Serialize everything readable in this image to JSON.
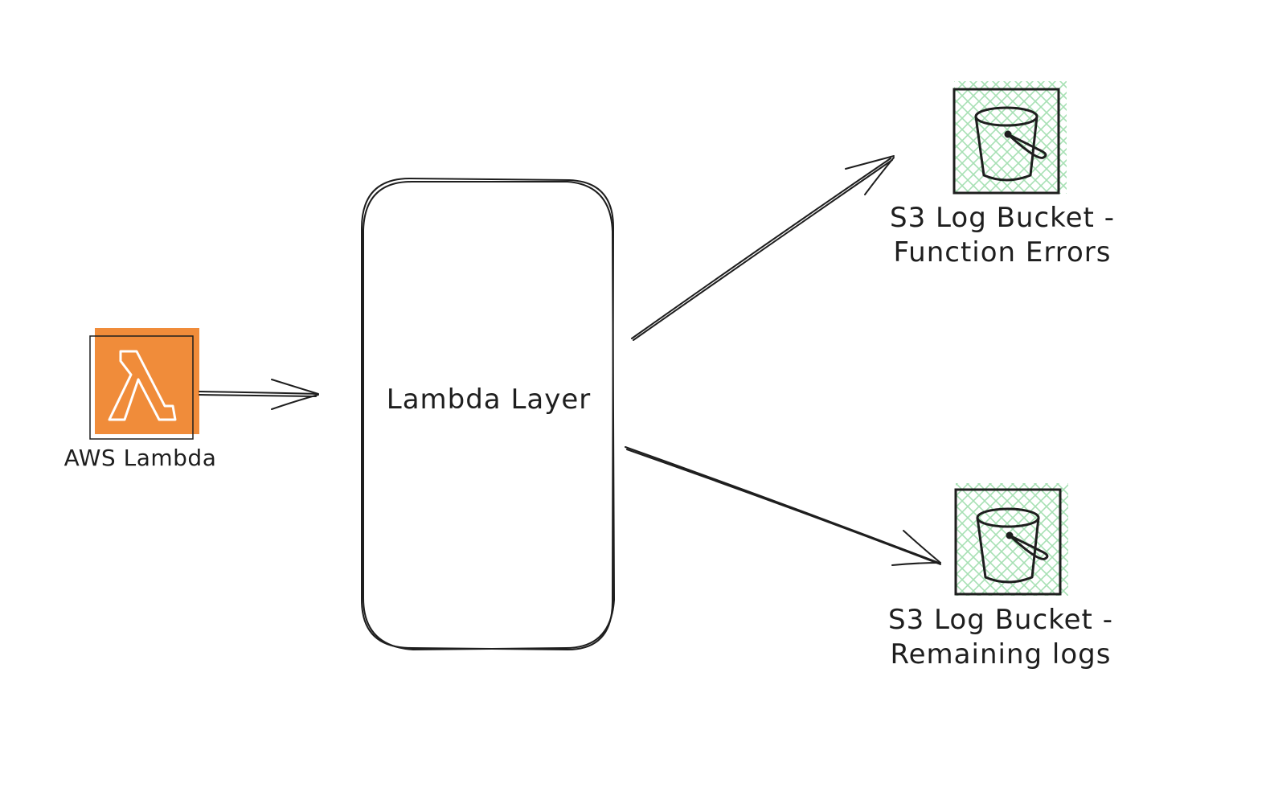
{
  "nodes": {
    "lambda": {
      "label": "AWS Lambda",
      "icon": "lambda-icon",
      "color": "#f08c3a"
    },
    "layer": {
      "label": "Lambda Layer"
    },
    "bucket_errors": {
      "line1": "S3 Log Bucket -",
      "line2": "Function Errors",
      "icon": "bucket-icon"
    },
    "bucket_remaining": {
      "line1": "S3 Log Bucket -",
      "line2": "Remaining logs",
      "icon": "bucket-icon"
    }
  },
  "colors": {
    "stroke": "#1e1e1e",
    "lambda_orange": "#f08c3a",
    "bucket_hatch": "#a7e0b4"
  }
}
